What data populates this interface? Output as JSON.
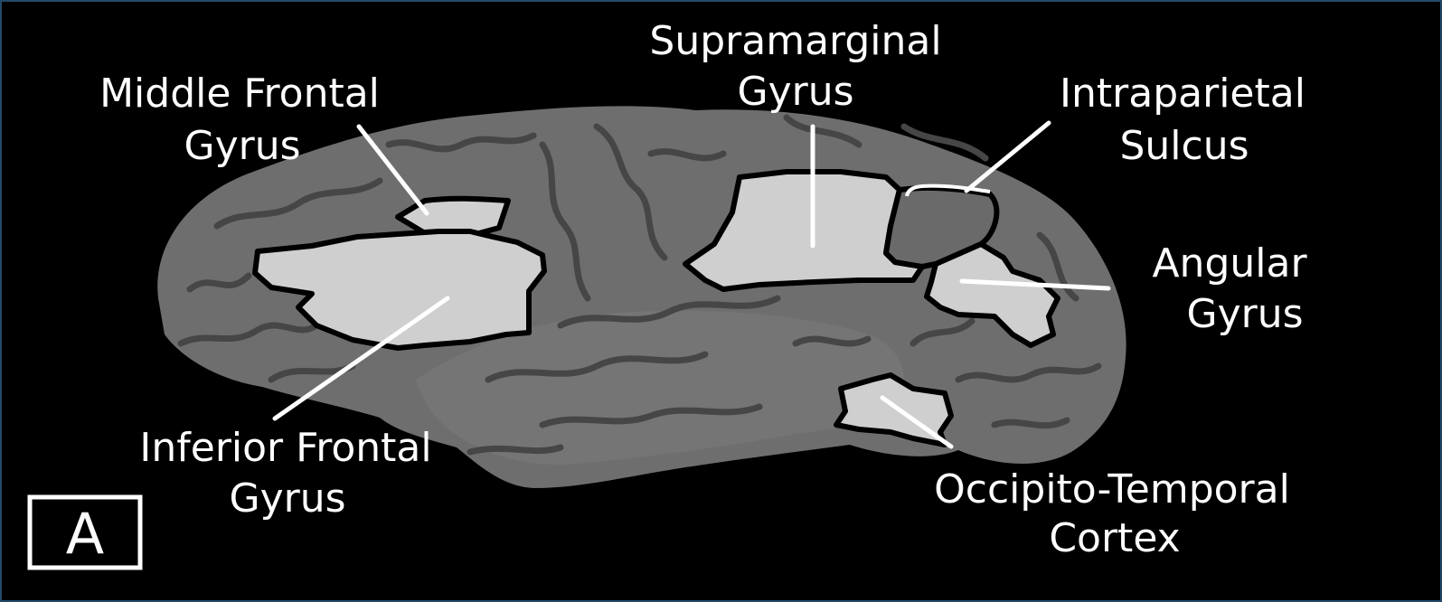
{
  "figure": {
    "panel_letter": "A",
    "labels": {
      "middle_frontal": {
        "line1": "Middle Frontal",
        "line2": "Gyrus"
      },
      "supramarginal": {
        "line1": "Supramarginal",
        "line2": "Gyrus"
      },
      "intraparietal": {
        "line1": "Intraparietal",
        "line2": "Sulcus"
      },
      "angular": {
        "line1": "Angular",
        "line2": "Gyrus"
      },
      "inferior_frontal": {
        "line1": "Inferior Frontal",
        "line2": "Gyrus"
      },
      "occipito_temporal": {
        "line1": "Occipito-Temporal",
        "line2": "Cortex"
      }
    },
    "colors": {
      "background": "#000000",
      "brain_surface": "#6e6e6e",
      "sulci": "#4a4a4a",
      "highlighted_region": "#cfcfcf",
      "region_outline": "#000000",
      "leader_lines": "#ffffff"
    }
  }
}
